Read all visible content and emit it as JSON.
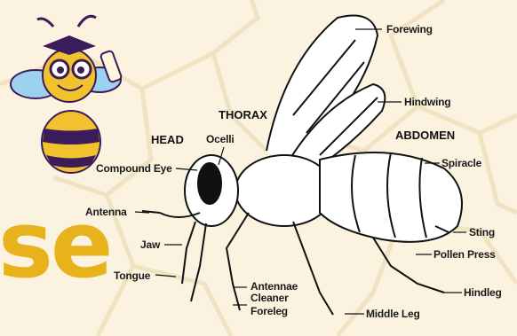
{
  "colors": {
    "background": "#fbf3e0",
    "hex_lines": "#f1e3c2",
    "big_text": "#e8b21d",
    "ink": "#111111",
    "bee_yellow": "#f2c12e",
    "bee_purple": "#3b1c5a",
    "wing_blue": "#9cd1ef"
  },
  "big_text": "se",
  "sections": {
    "head": "HEAD",
    "thorax": "THORAX",
    "abdomen": "ABDOMEN"
  },
  "labels": {
    "forewing": "Forewing",
    "hindwing": "Hindwing",
    "spiracle": "Spiracle",
    "ocelli": "Ocelli",
    "compound_eye": "Compound Eye",
    "antenna": "Antenna",
    "jaw": "Jaw",
    "tongue": "Tongue",
    "antennae_cleaner_1": "Antennae",
    "antennae_cleaner_2": "Cleaner",
    "foreleg": "Foreleg",
    "middle_leg": "Middle Leg",
    "hindleg": "Hindleg",
    "pollen_press": "Pollen Press",
    "sting": "Sting"
  },
  "icons": {
    "mascot": "graduate-bee-illustration",
    "insect": "honeybee-anatomy-drawing"
  }
}
